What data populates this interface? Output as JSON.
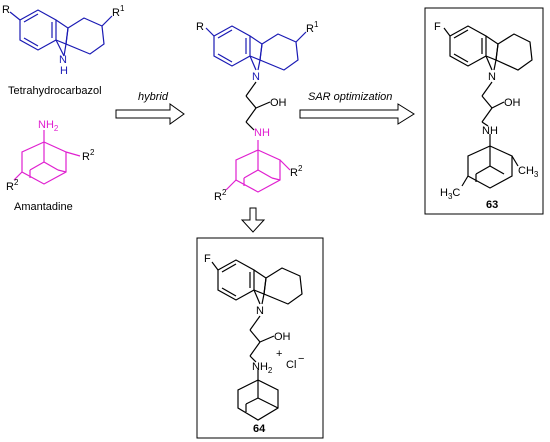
{
  "labels": {
    "tetrahydrocarbazol": "Tetrahydrocarbazol",
    "amantadine": "Amantadine",
    "hybrid": "hybrid",
    "sar": "SAR optimization",
    "cmpd63": "63",
    "cmpd64": "64"
  },
  "atoms": {
    "R": "R",
    "R1_base": "R",
    "R1_sup": "1",
    "R2_base": "R",
    "R2_sup": "2",
    "N": "N",
    "NH": "NH",
    "H": "H",
    "NH2": "NH",
    "NH2_sub": "2",
    "OH": "OH",
    "F": "F",
    "CH3": "CH",
    "CH3_sub": "3",
    "H3C": "H",
    "H3C_sub": "3",
    "H3C_tail": "C",
    "Cl": "Cl",
    "minus": "−",
    "plus": "+"
  },
  "colors": {
    "carbazole": "#1a1ab4",
    "amantadine": "#e020d0",
    "bond": "#000000"
  }
}
